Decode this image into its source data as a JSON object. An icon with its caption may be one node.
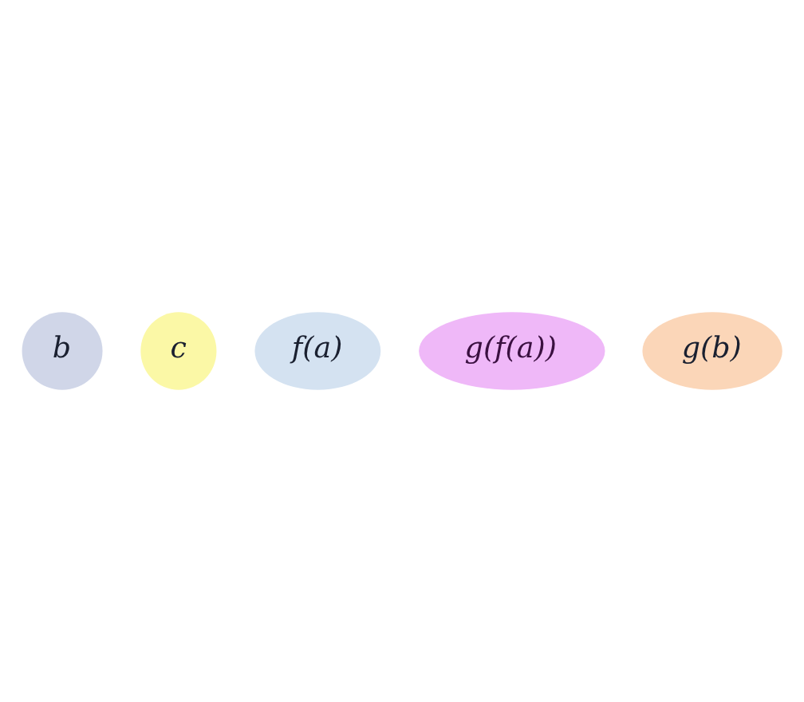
{
  "diagram": {
    "nodes": [
      {
        "text": [
          "b"
        ]
      },
      {
        "text": [
          "c"
        ]
      },
      {
        "text": [
          "f(a)"
        ]
      },
      {
        "text": [
          "g(f(a))"
        ]
      },
      {
        "text": [
          "g(b)"
        ]
      }
    ]
  }
}
